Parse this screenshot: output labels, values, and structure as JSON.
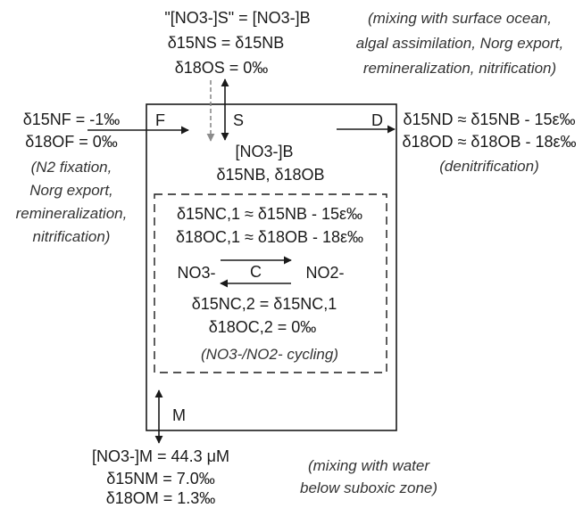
{
  "colors": {
    "ink": "#1a1a1a",
    "dashed_arrow": "#8c8c8c",
    "note": "#333333"
  },
  "flux_labels": {
    "F": "F",
    "S": "S",
    "D": "D",
    "C": "C",
    "M": "M"
  },
  "surface": {
    "nitrate_relation": "\"[NO3-]S\" = [NO3-]B",
    "d15n": "δ15NS = δ15NB",
    "d18o": "δ18OS = 0‰",
    "note_1": "(mixing with surface ocean,",
    "note_2": "algal assimilation, Norg export,",
    "note_3": "remineralization, nitrification)"
  },
  "fixation": {
    "d15n": "δ15NF = -1‰",
    "d18o": "δ18OF = 0‰",
    "note_1": "(N2 fixation,",
    "note_2": "Norg export,",
    "note_3": "remineralization,",
    "note_4": "nitrification)"
  },
  "denitrification": {
    "d15n": "δ15ND ≈ δ15NB - 15ε‰",
    "d18o": "δ18OD ≈ δ18OB - 18ε‰",
    "note": "(denitrification)"
  },
  "box": {
    "nitrate": "[NO3-]B",
    "isotopes": "δ15NB, δ18OB"
  },
  "cycling": {
    "d15n_c1": "δ15NC,1 ≈ δ15NB - 15ε‰",
    "d18o_c1": "δ18OC,1 ≈ δ18OB - 18ε‰",
    "left_species": "NO3-",
    "right_species": "NO2-",
    "d15n_c2": "δ15NC,2 = δ15NC,1",
    "d18o_c2": "δ18OC,2 = 0‰",
    "note": "(NO3-/NO2- cycling)"
  },
  "mixing": {
    "nitrate": "[NO3-]M = 44.3 μM",
    "d15n": "δ15NM = 7.0‰",
    "d18o": "δ18OM = 1.3‰",
    "note_1": "(mixing with water",
    "note_2": "below suboxic zone)"
  }
}
